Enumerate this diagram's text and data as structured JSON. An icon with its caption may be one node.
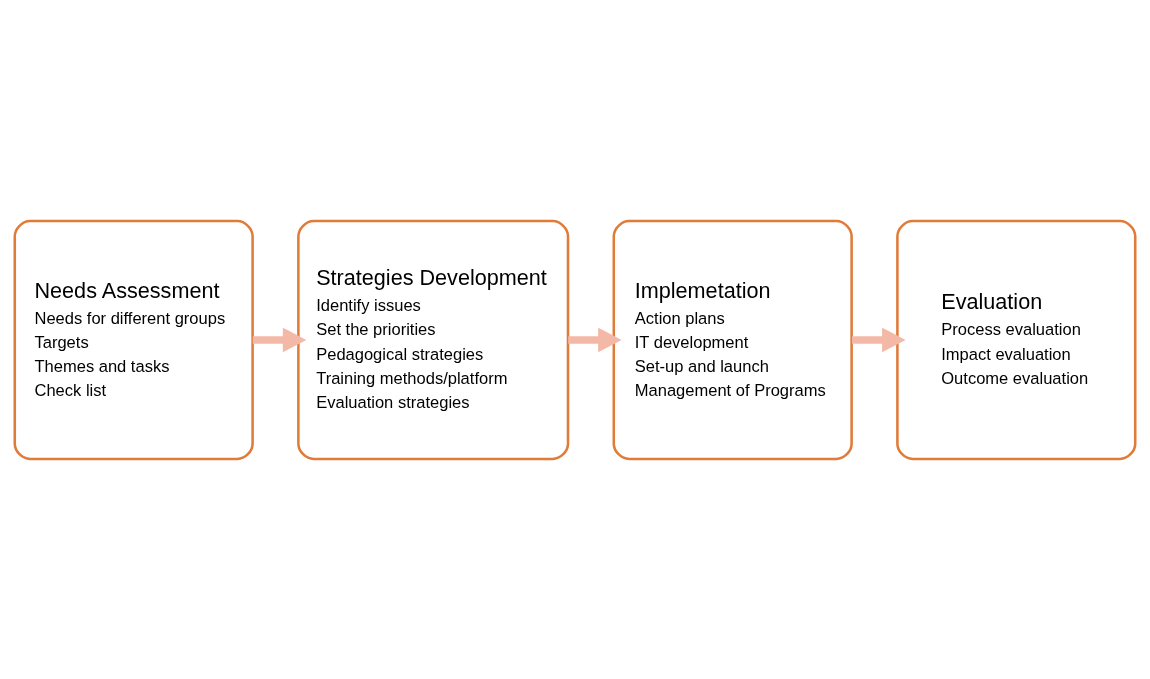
{
  "diagram": {
    "nodes": [
      {
        "text": [
          "Needs Assessment",
          "Needs for different groups",
          "Targets",
          "Themes and tasks",
          "Check list"
        ]
      },
      {
        "text": [
          "Strategies Development",
          "Identify issues",
          "Set the priorities",
          "Pedagogical strategies",
          "Training methods/platform",
          "Evaluation strategies"
        ]
      },
      {
        "text": [
          "Implemetation",
          "Action plans",
          "IT development",
          "Set-up and launch",
          "Management of Programs"
        ]
      },
      {
        "text": [
          "Evaluation",
          "Process evaluation",
          "Impact evaluation",
          "Outcome evaluation"
        ]
      }
    ],
    "edges": [
      {
        "from": 0,
        "to": 1,
        "arrow": "to"
      },
      {
        "from": 1,
        "to": 2,
        "arrow": "to"
      },
      {
        "from": 2,
        "to": 3,
        "arrow": "to"
      }
    ]
  }
}
